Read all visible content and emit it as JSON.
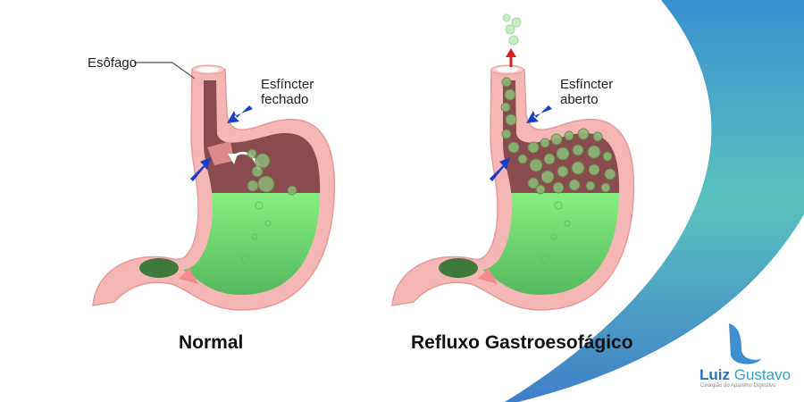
{
  "labels": {
    "esophagus": "Esôfago",
    "sphincter_closed": [
      "Esfíncter",
      "fechado"
    ],
    "sphincter_open": [
      "Esfíncter",
      "aberto"
    ]
  },
  "captions": {
    "normal": "Normal",
    "reflux": "Refluxo Gastroesofágico"
  },
  "logo": {
    "first": "Luiz",
    "last": "Gustavo",
    "subtitle": "Cirurgião do Aparelho Digestivo"
  },
  "colors": {
    "wall": "#f5b7b5",
    "cavity": "#8a4b4e",
    "acid": "#7ee27a",
    "arrow": "#1a3fc4",
    "brand_blue": "#2d6fb8",
    "brand_teal": "#5bc2c0"
  }
}
